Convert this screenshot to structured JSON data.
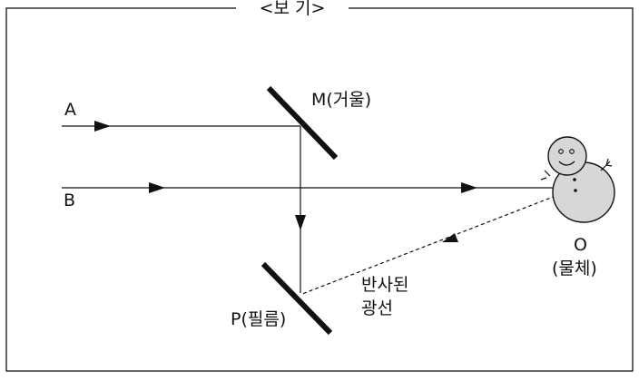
{
  "title": "<보 기>",
  "labels": {
    "a": "A",
    "b": "B",
    "mirror": "M(거울)",
    "object_letter": "O",
    "object_name": "(물체)",
    "film": "P(필름)",
    "reflected_line1": "반사된",
    "reflected_line2": "광선"
  },
  "colors": {
    "line": "#111111",
    "snowman_fill": "#d7d7d7",
    "background": "#ffffff"
  }
}
